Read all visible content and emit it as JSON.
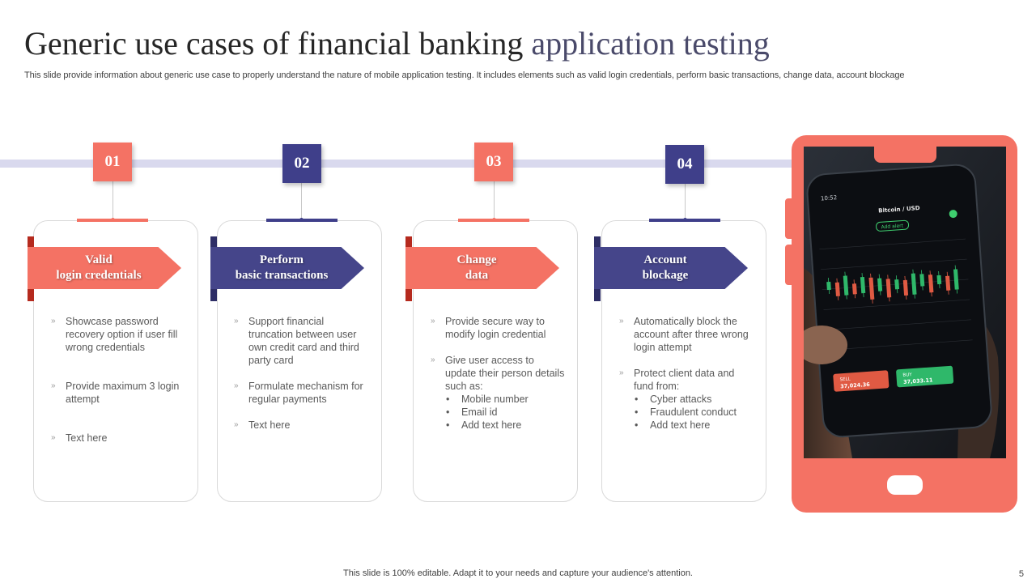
{
  "title": {
    "main": "Generic use cases of financial banking",
    "accent": " application testing"
  },
  "subtitle": "This slide provide information about generic use case to properly understand the nature of mobile application testing. It includes elements such as valid login credentials, perform basic transactions, change data, account blockage",
  "steps": [
    {
      "number": "01",
      "heading_line1": "Valid",
      "heading_line2": "login credentials",
      "bullets": [
        {
          "text": "Showcase password recovery option if user fill wrong credentials"
        },
        {
          "text": "Provide maximum 3 login attempt"
        },
        {
          "text": "Text here"
        }
      ]
    },
    {
      "number": "02",
      "heading_line1": "Perform",
      "heading_line2": "basic transactions",
      "bullets": [
        {
          "text": "Support financial truncation between user own credit card and third party card"
        },
        {
          "text": "Formulate mechanism for regular payments"
        },
        {
          "text": "Text here"
        }
      ]
    },
    {
      "number": "03",
      "heading_line1": "Change",
      "heading_line2": "data",
      "bullets": [
        {
          "text": "Provide secure way to modify login credential"
        },
        {
          "text": "Give user access to update their person details such as:",
          "sub": [
            "Mobile number",
            "Email id",
            "Add text here"
          ]
        }
      ]
    },
    {
      "number": "04",
      "heading_line1": "Account",
      "heading_line2": "blockage",
      "bullets": [
        {
          "text": "Automatically block the account after three wrong login attempt"
        },
        {
          "text": "Protect client data and fund from:",
          "sub": [
            "Cyber attacks",
            "Fraudulent conduct",
            "Add text here"
          ]
        }
      ]
    }
  ],
  "phone_screen": {
    "pair": "Bitcoin / USD",
    "add_alert": "Add alert",
    "time": "10:52",
    "sell_label": "SELL",
    "buy_label": "BUY",
    "sell_price": "37,024.36",
    "buy_price": "37,033.11"
  },
  "footer": "This slide is 100% editable. Adapt it to your needs and capture your audience's attention.",
  "page_number": "5",
  "colors": {
    "coral": "#f47264",
    "indigo": "#3f3f8a",
    "timeline": "#d9d9ee"
  }
}
